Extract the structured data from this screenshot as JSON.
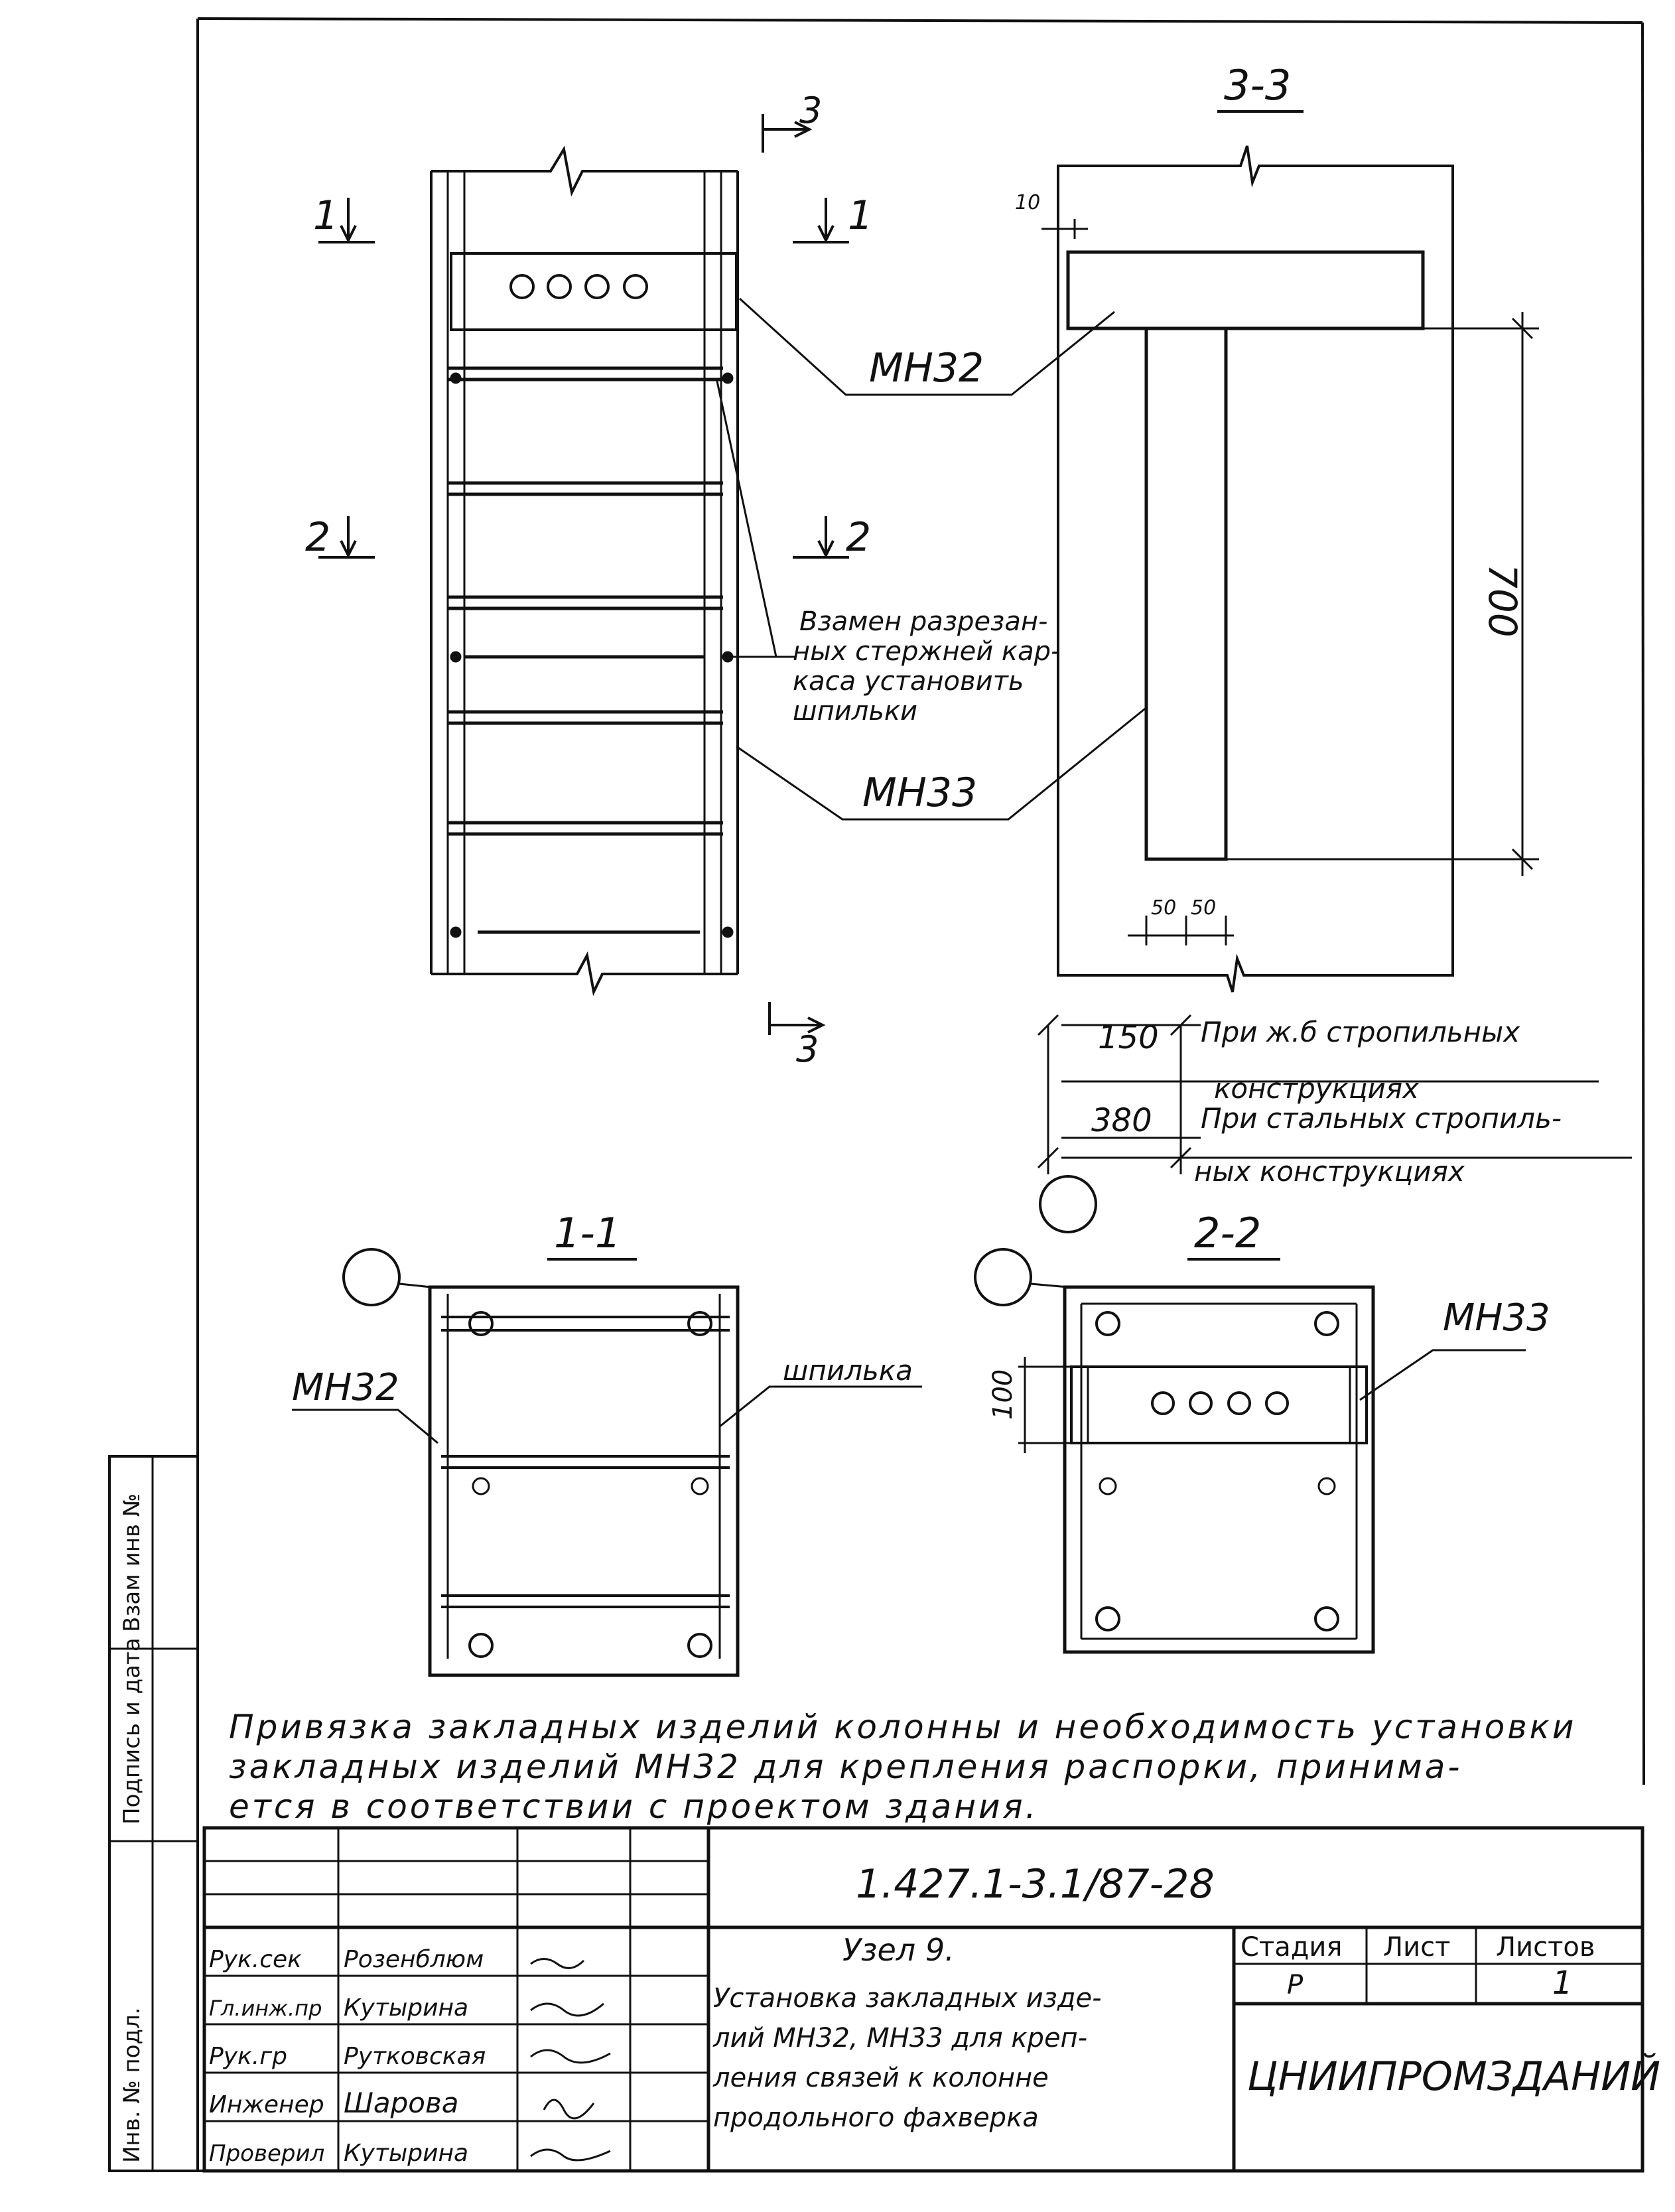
{
  "drawing": {
    "section_3_3": "3-3",
    "section_1_1": "1-1",
    "section_2_2": "2-2",
    "cut_1": "1",
    "cut_2": "2",
    "cut_3": "3",
    "label_mn32": "МН32",
    "label_mn33": "МН33",
    "note_pins": [
      "Взамен разрезан-",
      "ных стержней кар-",
      "каса установить",
      "шпильки"
    ],
    "dim_10": "10",
    "dim_700": "700",
    "dim_50_a": "50",
    "dim_50_b": "50",
    "dim_150": "150",
    "dim_380": "380",
    "note_150": [
      "При ж.б стропильных",
      "конструкциях"
    ],
    "note_380": [
      "При стальных стропиль-",
      "ных конструкциях"
    ],
    "label_pin": "шпилька",
    "dim_100": "100",
    "general_note": [
      "Привязка закладных изделий колонны и необходимость установки",
      "закладных изделий МН32 для крепления распорки, принима-",
      "ется в соответствии с проектом здания."
    ]
  },
  "side_stamp": {
    "inv_orig": "Инв. № подл.",
    "sign_date": "Подпись и дата",
    "replace_inv": "Взам инв №"
  },
  "title_block": {
    "doc_code": "1.427.1-3.1/87-28",
    "roles": [
      {
        "role": "Рук.сек",
        "name": "Розенблюм"
      },
      {
        "role": "Гл.инж.пр",
        "name": "Кутырина"
      },
      {
        "role": "Рук.гр",
        "name": "Рутковская"
      },
      {
        "role": "Инженер",
        "name": "Шарова"
      },
      {
        "role": "Проверил",
        "name": "Кутырина"
      }
    ],
    "title_lines": [
      "Узел 9.",
      "Установка закладных изде-",
      "лий МН32, МН33 для креп-",
      "ления связей к колонне",
      "продольного фахверка"
    ],
    "stage_header": "Стадия",
    "sheet_header": "Лист",
    "sheets_header": "Листов",
    "stage_value": "Р",
    "sheet_value": "",
    "sheets_value": "1",
    "organization": "ЦНИИПРОМЗДАНИЙ"
  }
}
